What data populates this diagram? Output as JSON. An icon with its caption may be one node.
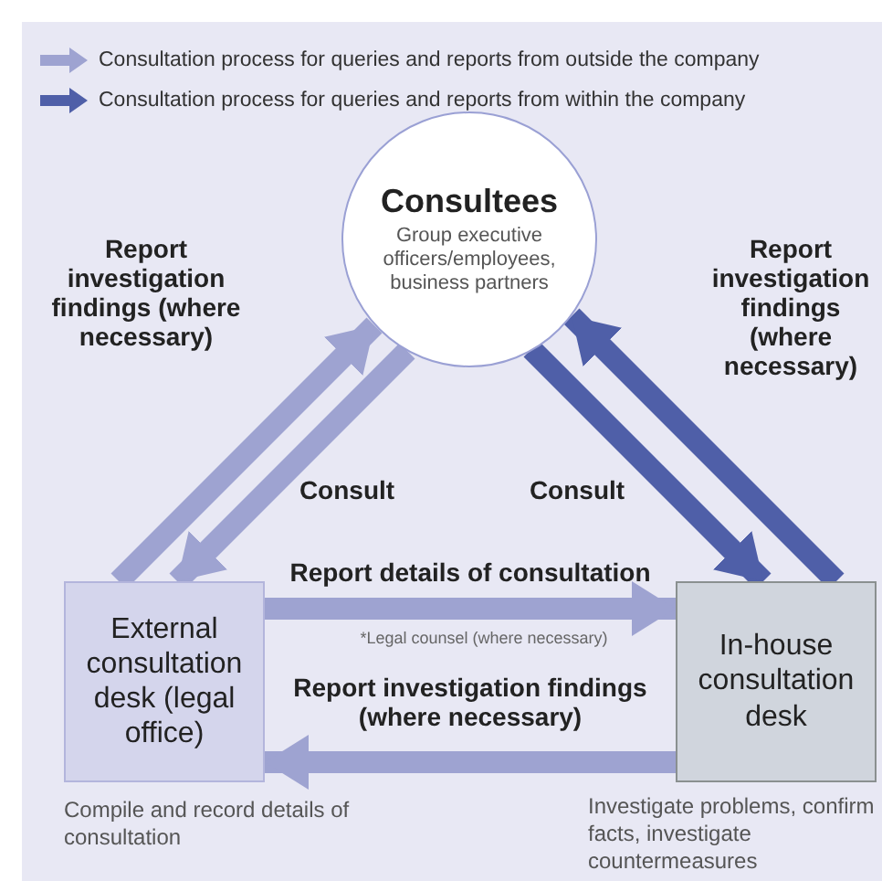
{
  "diagram": {
    "nodes": [
      {
        "text": [
          "Consultees",
          "Group executive officers/employees, business partners"
        ]
      },
      {
        "text": [
          "External consultation desk (legal office)"
        ],
        "beside": [
          "Compile and record details of consultation"
        ]
      },
      {
        "text": [
          "In-house consultation desk"
        ],
        "beside": [
          "Investigate problems, confirm facts, investigate countermeasures"
        ]
      }
    ],
    "edges": [
      {
        "from": 1,
        "to": 0,
        "arrow": "to",
        "label": "Report investigation findings (where necessary)"
      },
      {
        "from": 0,
        "to": 1,
        "arrow": "to",
        "label": "Consult"
      },
      {
        "from": 0,
        "to": 2,
        "arrow": "to",
        "label": "Consult",
        "color": "#4f5fa8"
      },
      {
        "from": 2,
        "to": 0,
        "arrow": "to",
        "label": "Report investigation findings (where necessary)",
        "color": "#4f5fa8"
      },
      {
        "from": 1,
        "to": 2,
        "arrow": "to",
        "label": "Report details of consultation"
      },
      {
        "from": 2,
        "to": 1,
        "arrow": "to",
        "label": "Report investigation findings (where necessary)"
      }
    ],
    "labels": [
      "*Legal counsel (where necessary)"
    ],
    "legend": [
      {
        "text": "Consultation process for queries and reports from outside the company",
        "color": "#9ea3d1"
      },
      {
        "text": "Consultation process for queries and reports from within the company",
        "color": "#4f5fa8"
      }
    ]
  }
}
